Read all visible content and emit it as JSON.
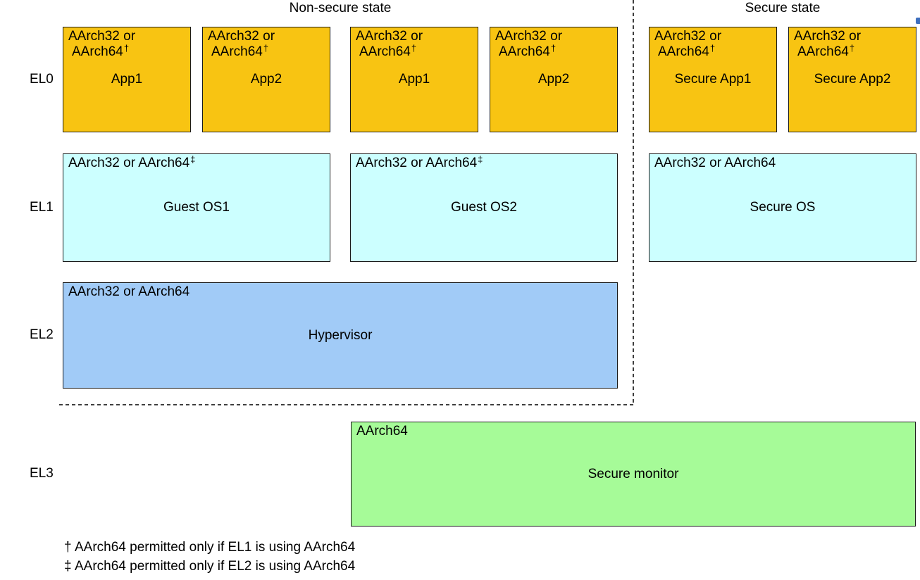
{
  "diagram": {
    "titles": {
      "non_secure": "Non-secure state",
      "secure": "Secure state"
    },
    "level_labels": [
      "EL0",
      "EL1",
      "EL2",
      "EL3"
    ],
    "el0_boxes": [
      {
        "arch_line1": "AArch32 or",
        "arch_line2": "AArch64",
        "arch_sup": "†",
        "label": "App1"
      },
      {
        "arch_line1": "AArch32 or",
        "arch_line2": "AArch64",
        "arch_sup": "†",
        "label": "App2"
      },
      {
        "arch_line1": "AArch32 or",
        "arch_line2": "AArch64",
        "arch_sup": "†",
        "label": "App1"
      },
      {
        "arch_line1": "AArch32 or",
        "arch_line2": "AArch64",
        "arch_sup": "†",
        "label": "App2"
      },
      {
        "arch_line1": "AArch32 or",
        "arch_line2": "AArch64",
        "arch_sup": "†",
        "label": "Secure App1"
      },
      {
        "arch_line1": "AArch32 or",
        "arch_line2": "AArch64",
        "arch_sup": "†",
        "label": "Secure App2"
      }
    ],
    "el1_boxes": [
      {
        "arch": "AArch32 or AArch64",
        "arch_sup": "‡",
        "label": "Guest OS1"
      },
      {
        "arch": "AArch32 or AArch64",
        "arch_sup": "‡",
        "label": "Guest OS2"
      },
      {
        "arch": "AArch32 or AArch64",
        "arch_sup": "",
        "label": "Secure OS"
      }
    ],
    "el2_box": {
      "arch": "AArch32 or AArch64",
      "label": "Hypervisor"
    },
    "el3_box": {
      "arch": "AArch64",
      "label": "Secure monitor"
    },
    "footnotes": [
      {
        "symbol": "†",
        "text": "AArch64 permitted only if EL1 is using AArch64"
      },
      {
        "symbol": "‡",
        "text": "AArch64 permitted only if EL2 is using AArch64"
      }
    ],
    "colors": {
      "app_box": "#F8C412",
      "os_box": "#CCFFFF",
      "hypervisor_box": "#A1CBF7",
      "monitor_box": "#A6FB98",
      "border": "#1A1A1A",
      "dashed_line": "#3F3F3F",
      "link_fragment": "#3E6FBE"
    }
  }
}
